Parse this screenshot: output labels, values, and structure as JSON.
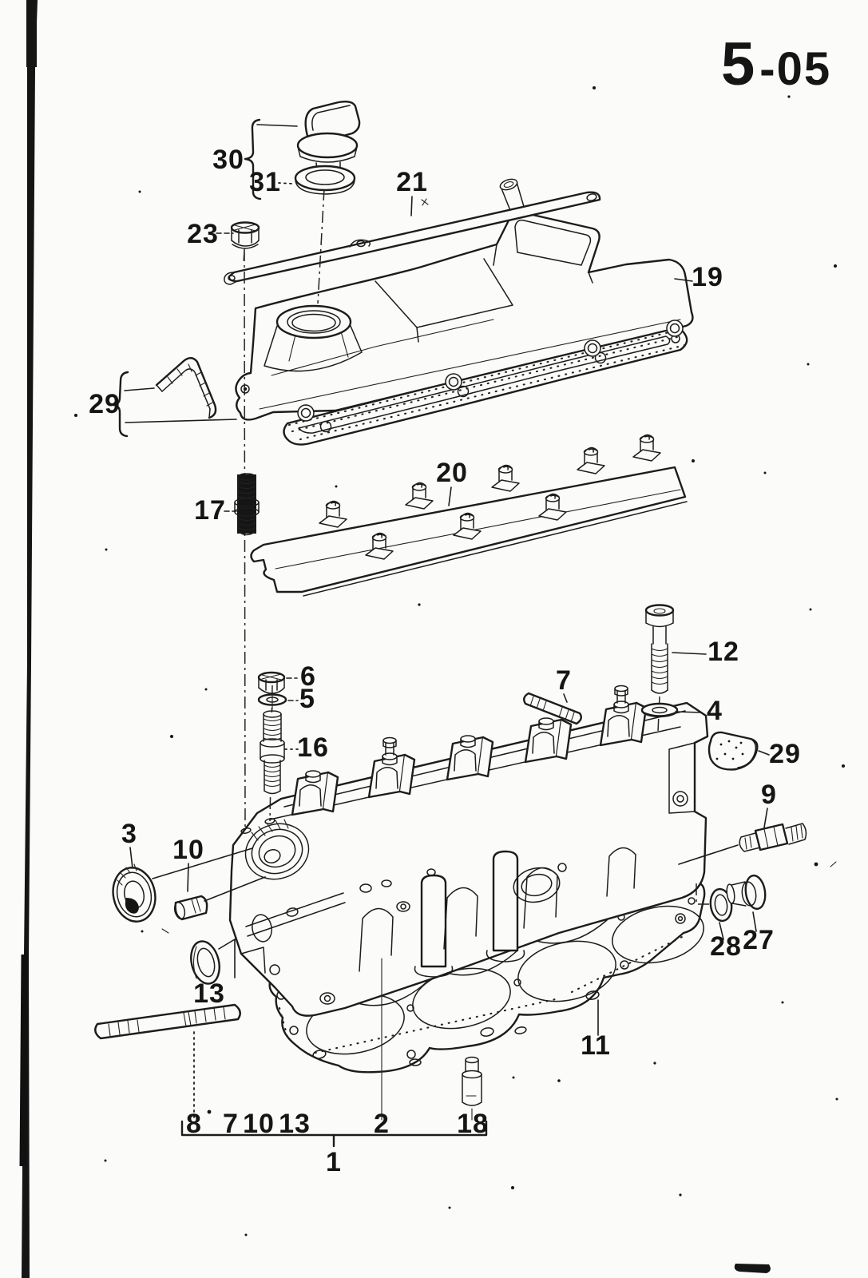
{
  "header": {
    "section": "5",
    "rest": "-05",
    "full": "5-05"
  },
  "colors": {
    "ink": "#1c1c1c",
    "paper": "#fbfbf9"
  },
  "callouts": {
    "n30": "30",
    "n31": "31",
    "n23": "23",
    "n21": "21",
    "n19": "19",
    "n29a": "29",
    "n17": "17",
    "n20": "20",
    "n12": "12",
    "n6": "6",
    "n5": "5",
    "n16": "16",
    "n7a": "7",
    "n4": "4",
    "n29b": "29",
    "n9": "9",
    "n3": "3",
    "n10a": "10",
    "n13a": "13",
    "n28": "28",
    "n27": "27",
    "n11": "11",
    "n8": "8",
    "n7b": "7",
    "n10b": "10",
    "n13b": "13",
    "n2": "2",
    "n18": "18",
    "n1": "1"
  }
}
